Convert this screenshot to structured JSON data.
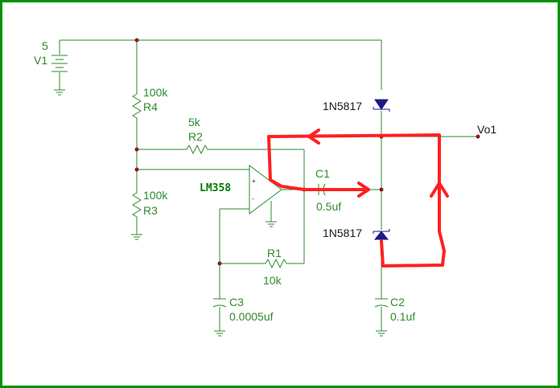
{
  "components": {
    "v1": {
      "ref": "V1",
      "value": "5"
    },
    "r4": {
      "ref": "R4",
      "value": "100k"
    },
    "r2": {
      "ref": "R2",
      "value": "5k"
    },
    "r3": {
      "ref": "R3",
      "value": "100k"
    },
    "r1": {
      "ref": "R1",
      "value": "10k"
    },
    "c1": {
      "ref": "C1",
      "value": "0.5uf"
    },
    "c2": {
      "ref": "C2",
      "value": "0.1uf"
    },
    "c3": {
      "ref": "C3",
      "value": "0.0005uf"
    },
    "d_top": {
      "part": "1N5817"
    },
    "d_bottom": {
      "part": "1N5817"
    },
    "opamp": {
      "part": "LM358",
      "pin_plus": "+",
      "pin_minus": "-"
    },
    "output": {
      "label": "Vo1"
    }
  },
  "colors": {
    "wire": "#2e8b2e",
    "annotation": "#ff2020",
    "diode": "#1a1a8b",
    "border": "#009100"
  }
}
